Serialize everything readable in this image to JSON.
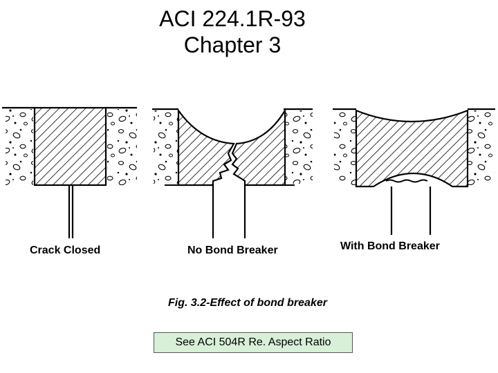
{
  "title": {
    "line1": "ACI 224.1R-93",
    "line2": "Chapter 3"
  },
  "panels": [
    {
      "label": "Crack Closed"
    },
    {
      "label": "No Bond Breaker"
    },
    {
      "label": "With Bond Breaker"
    }
  ],
  "figure_caption": "Fig. 3.2-Effect of bond breaker",
  "note": "See ACI 504R Re. Aspect Ratio",
  "colors": {
    "background": "#ffffff",
    "ink": "#000000",
    "note_fill": "#d8efd8"
  }
}
